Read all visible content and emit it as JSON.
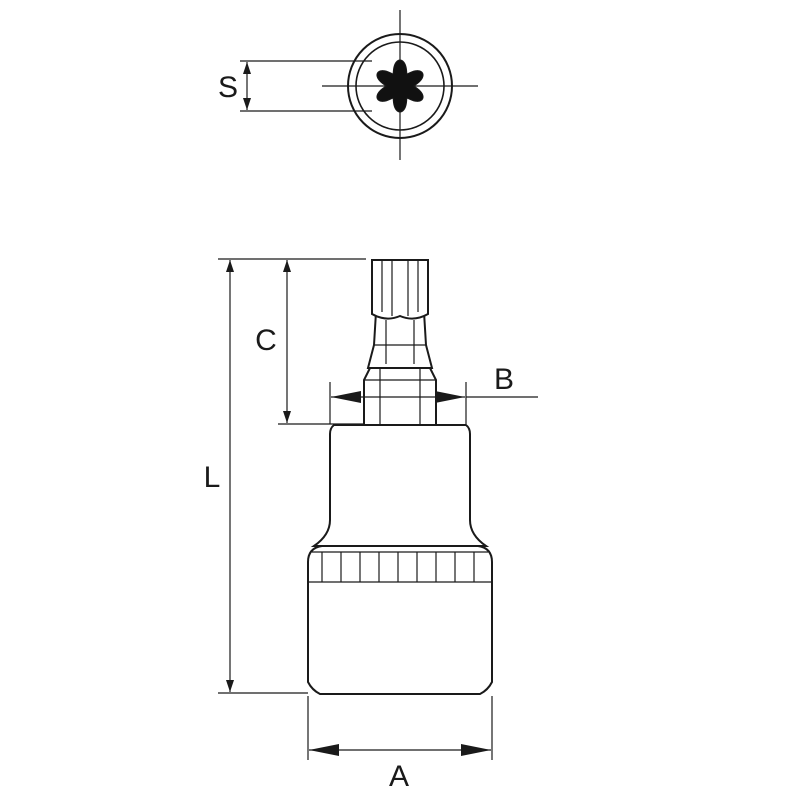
{
  "labels": {
    "s": "S",
    "c": "C",
    "b": "B",
    "l": "L",
    "a": "A"
  },
  "colors": {
    "line": "#1a1a1a",
    "fill_dark": "#111111",
    "background": "#ffffff"
  }
}
